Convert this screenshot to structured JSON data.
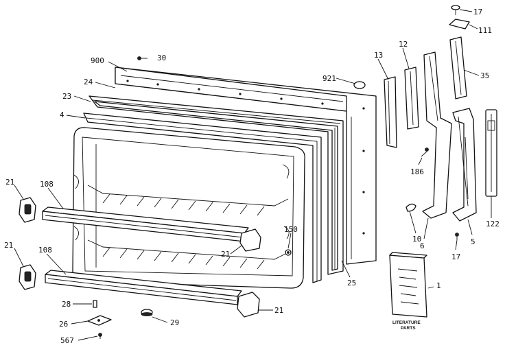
{
  "diagram": {
    "callouts": {
      "c17a": "17",
      "c111": "111",
      "c900": "900",
      "c30": "30",
      "c921": "921",
      "c13": "13",
      "c12": "12",
      "c35": "35",
      "c24": "24",
      "c23": "23",
      "c4": "4",
      "c186": "186",
      "c21a": "21",
      "c108a": "108",
      "c122": "122",
      "c150": "150",
      "c21b": "21",
      "c21c": "21",
      "c10": "10",
      "c6": "6",
      "c5": "5",
      "c17b": "17",
      "c108b": "108",
      "c25": "25",
      "c1": "1",
      "c28": "28",
      "c21d": "21",
      "c26": "26",
      "c29": "29",
      "c567": "567"
    },
    "literature": {
      "line1": "LITERATURE",
      "line2": "PARTS"
    }
  }
}
